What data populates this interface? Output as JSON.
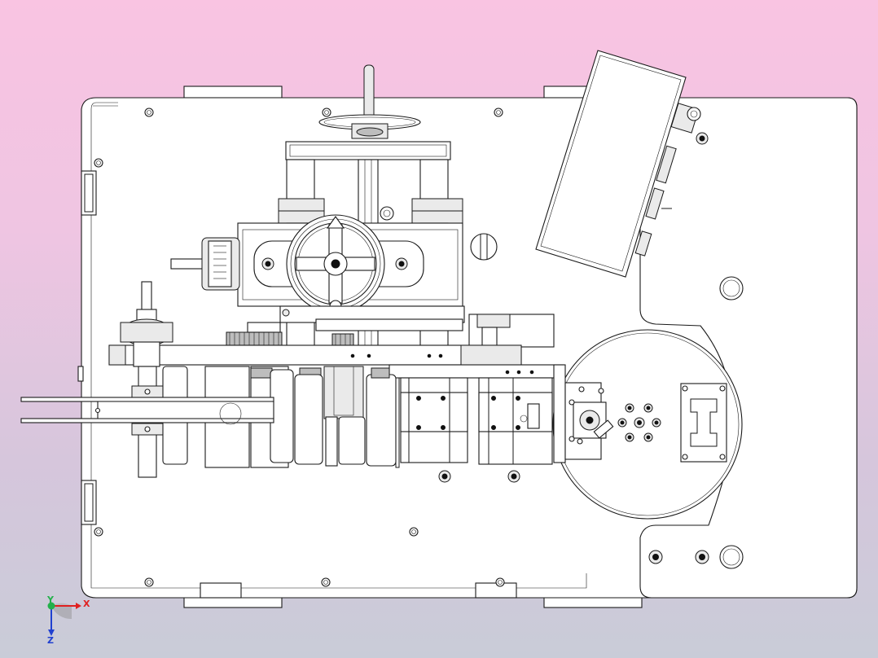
{
  "triad": {
    "x_label": "X",
    "y_label": "Y",
    "z_label": "Z",
    "x_color": "#e02020",
    "y_color": "#22b04a",
    "z_color": "#2040d0"
  },
  "colors": {
    "background_top": "#f9c4e2",
    "background_bottom": "#c9ccd8",
    "line": "#1a1a1a",
    "part_fill": "#ffffff",
    "shaded_fill": "#bdbdbd"
  },
  "icons": [
    "handwheel-icon",
    "screw-icon",
    "hole-icon",
    "gear-icon",
    "coordinate-triad-icon"
  ]
}
